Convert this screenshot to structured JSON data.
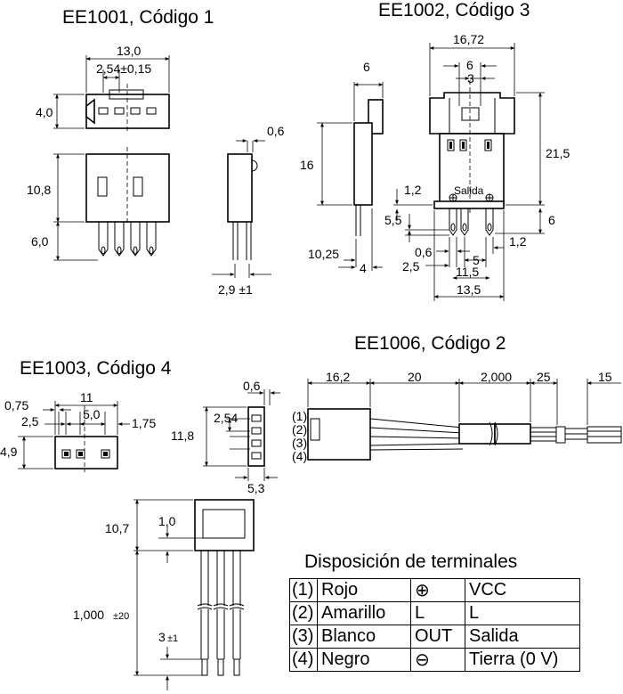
{
  "headings": {
    "ee1001": "EE1001, Código 1",
    "ee1002": "EE1002, Código 3",
    "ee1003": "EE1003, Código 4",
    "ee1006": "EE1006, Código 2"
  },
  "ee1001": {
    "dims": {
      "width": "13,0",
      "pitch": "2,54±0,15",
      "depth": "4,0",
      "body_height": "10,8",
      "pin_length": "6,0",
      "side_gap": "0,6",
      "side_pitch": "2,9 ±1"
    }
  },
  "ee1002": {
    "dims": {
      "width": "16,72",
      "six_top": "6",
      "three": "3",
      "side_six": "6",
      "height": "16",
      "total_height": "21,5",
      "one_two_left": "1,2",
      "salida": "Salida",
      "five_five": "5,5",
      "six_right": "6",
      "ten_25": "10,25",
      "four": "4",
      "zero_six": "0,6",
      "five": "5",
      "one_two_right": "1,2",
      "two_five": "2,5",
      "eleven_five": "11,5",
      "thirteen_five": "13,5"
    }
  },
  "ee1003": {
    "dims": {
      "eleven": "11",
      "zero_75": "0,75",
      "two_five": "2,5",
      "five_zero": "5,0",
      "one_75": "1,75",
      "four_nine": "4,9"
    }
  },
  "ee1006": {
    "dims": {
      "zero_six": "0,6",
      "two_54": "2,54",
      "eleven_eight": "11,8",
      "five_three": "5,3",
      "pin1": "(1)",
      "pin2": "(2)",
      "pin3": "(3)",
      "pin4": "(4)",
      "sixteen_two": "16,2",
      "twenty": "20",
      "two_thousand": "2,000",
      "twenty_five": "25",
      "fifteen": "15"
    }
  },
  "bottom_sensor": {
    "dims": {
      "ten_seven": "10,7",
      "one_zero": "1,0",
      "thousand": "1,000",
      "tol20": "±20",
      "three": "3",
      "tol1": "±1"
    }
  },
  "terminal_table": {
    "title": "Disposición de terminales",
    "rows": [
      {
        "num": "(1)",
        "color": "Rojo",
        "symbol": "⊕",
        "signal": "VCC"
      },
      {
        "num": "(2)",
        "color": "Amarillo",
        "symbol": "L",
        "signal": "L"
      },
      {
        "num": "(3)",
        "color": "Blanco",
        "symbol": "OUT",
        "signal": "Salida"
      },
      {
        "num": "(4)",
        "color": "Negro",
        "symbol": "⊖",
        "signal": "Tierra (0 V)"
      }
    ]
  }
}
